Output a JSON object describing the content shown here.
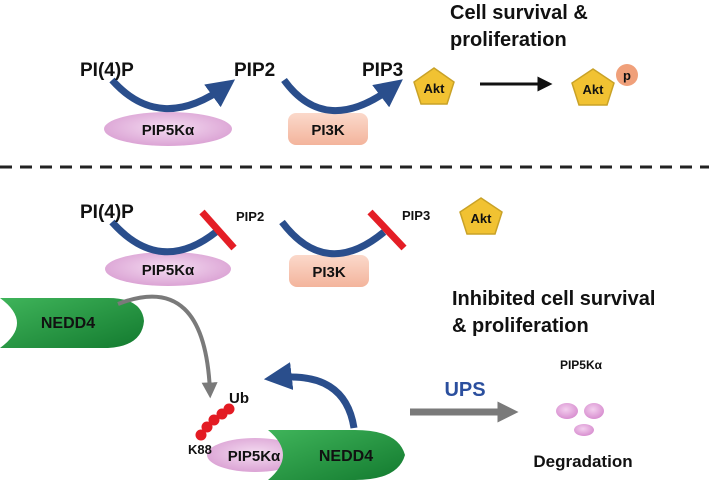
{
  "top": {
    "substrate": "PI(4)P",
    "product1": "PIP2",
    "product2": "PIP3",
    "enzyme1": "PIP5Kα",
    "enzyme2": "PI3K",
    "akt": "Akt",
    "akt_phospho": "Akt",
    "phospho_mark": "p",
    "outcome_line1": "Cell survival &",
    "outcome_line2": "proliferation"
  },
  "bottom": {
    "substrate": "PI(4)P",
    "product1": "PIP2",
    "product2": "PIP3",
    "enzyme1": "PIP5Kα",
    "enzyme2": "PI3K",
    "akt": "Akt",
    "outcome_line1": "Inhibited cell survival",
    "outcome_line2": "& proliferation",
    "ligase": "NEDD4",
    "ub_label": "Ub",
    "lysine_label": "K88",
    "complex_enzyme": "PIP5Kα",
    "complex_ligase": "NEDD4",
    "ups_label": "UPS",
    "degraded_label": "PIP5Kα",
    "degradation_label": "Degradation"
  },
  "colors": {
    "arc_arrow": "#2a4e8c",
    "akt_fill": "#f1c232",
    "akt_stroke": "#c9a227",
    "pip5k_fill": "#e6bde0",
    "pi3k_fill": "#f8cbb8",
    "phospho_fill": "#f0a07a",
    "inhibit_bar": "#e41e26",
    "nedd4_fill": "#1f8f3a",
    "ub_beads": "#e31b23",
    "ups_text": "#2b4f9e",
    "gray_arrow": "#7a7a7a",
    "fragment_fill": "#e4a7dc"
  }
}
